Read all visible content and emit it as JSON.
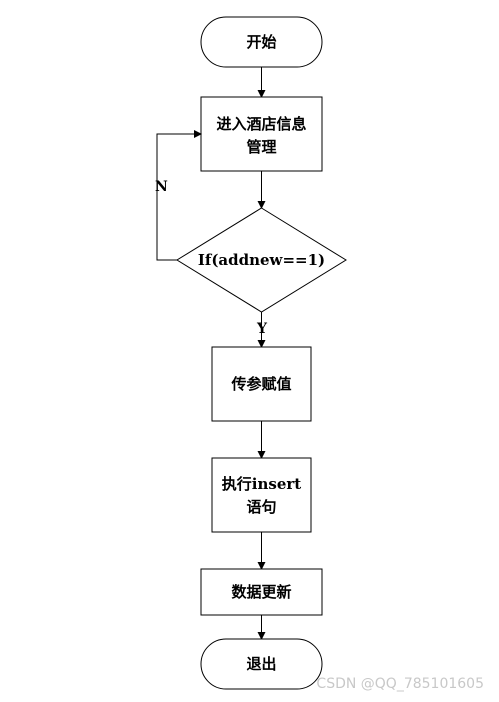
{
  "diagram": {
    "nodes": {
      "start": {
        "label": "开始",
        "shape": "terminator"
      },
      "enter": {
        "label_line1": "进入酒店信息",
        "label_line2": "管理",
        "shape": "process"
      },
      "decision": {
        "label": "If(addnew==1)",
        "shape": "decision"
      },
      "assign": {
        "label": "传参赋值",
        "shape": "process"
      },
      "insert": {
        "label_line1": "执行insert",
        "label_line2": "语句",
        "shape": "process"
      },
      "update": {
        "label": "数据更新",
        "shape": "process"
      },
      "exit": {
        "label": "退出",
        "shape": "terminator"
      }
    },
    "edges": {
      "no_label": "N",
      "yes_label": "Y"
    }
  },
  "watermark": "CSDN @QQ_785101605",
  "colors": {
    "stroke": "#000000",
    "fill": "#ffffff",
    "watermark": "#c8c8c8"
  }
}
